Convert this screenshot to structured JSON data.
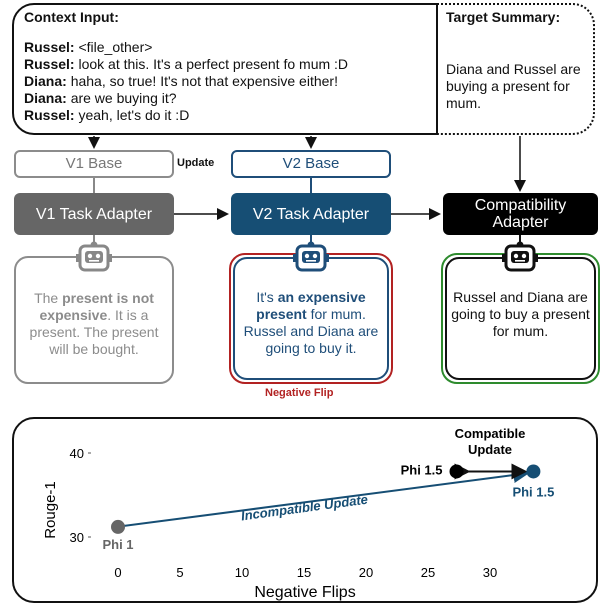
{
  "context": {
    "title": "Context Input:",
    "turns": [
      {
        "speaker": "Russel:",
        "text": "<file_other>"
      },
      {
        "speaker": "Russel:",
        "text": "look at this. It's a perfect present fo mum :D"
      },
      {
        "speaker": "Diana:",
        "text": "haha, so true! It's not that expensive either!"
      },
      {
        "speaker": "Diana:",
        "text": "are we buying it?"
      },
      {
        "speaker": "Russel:",
        "text": "yeah, let's do it :D"
      }
    ]
  },
  "target": {
    "title": "Target Summary:",
    "text": "Diana and Russel are buying a present for mum."
  },
  "pipeline": {
    "v1_base": "V1 Base",
    "v2_base": "V2 Base",
    "update_label": "Update",
    "v1_adapter": "V1 Task Adapter",
    "v2_adapter": "V2 Task Adapter",
    "compat_adapter_line1": "Compatibility",
    "compat_adapter_line2": "Adapter"
  },
  "outputs": {
    "v1": {
      "pre": "The ",
      "bold": "present is not expensive",
      "post": ". It is a present. The present will be bought."
    },
    "v2": {
      "pre": "It's ",
      "bold": "an expensive present",
      "post": " for mum. Russel and Diana are going to buy it."
    },
    "compat": "Russel and Diana are going to buy a present for mum.",
    "negative_flip_label": "Negative Flip"
  },
  "colors": {
    "v1": "#666666",
    "v2": "#164e74",
    "compat": "#000000",
    "negative_flip": "#b22222",
    "compat_border": "#2e8b2e"
  },
  "chart_data": {
    "type": "scatter",
    "xlabel": "Negative Flips",
    "ylabel": "Rouge-1",
    "xticks": [
      0,
      5,
      10,
      15,
      20,
      25,
      30
    ],
    "yticks": [
      30,
      40
    ],
    "xlim": [
      0,
      35
    ],
    "ylim": [
      28,
      43
    ],
    "points": [
      {
        "label": "Phi 1",
        "x": 0,
        "y": 31.2,
        "color": "#666666"
      },
      {
        "label": "Phi 1.5",
        "x": 33.5,
        "y": 37.8,
        "color": "#164e74"
      },
      {
        "label": "Phi 1.5",
        "x": 27.3,
        "y": 37.8,
        "color": "#000000"
      }
    ],
    "annotations": {
      "incompatible": "Incompatible Update",
      "compatible_line1": "Compatible",
      "compatible_line2": "Update"
    }
  }
}
